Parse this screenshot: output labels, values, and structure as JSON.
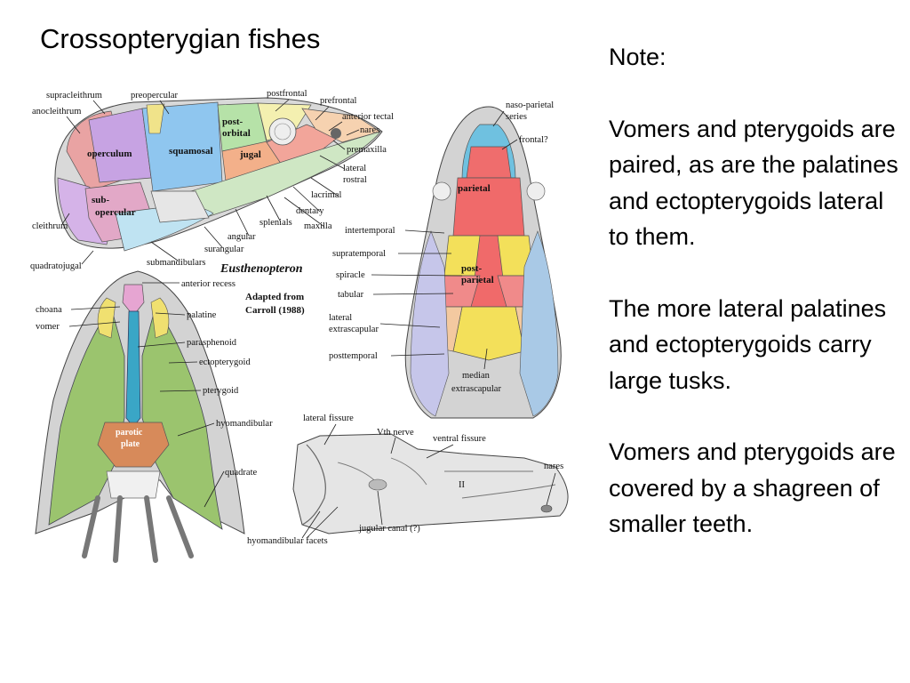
{
  "slide": {
    "title": "Crossopterygian fishes",
    "note_heading": "Note:",
    "paragraphs": [
      "Vomers and pterygoids are paired, as are the palatines and ectopterygoids lateral to them.",
      "The more lateral palatines and ectopterygoids carry large tusks.",
      "Vomers and pterygoids are covered by a shagreen of smaller teeth."
    ]
  },
  "figure": {
    "species": "Eusthenopteron",
    "credit_line1": "Adapted from",
    "credit_line2": "Carroll (1988)",
    "lateral": {
      "supracleithrum": "supracleithrum",
      "anocleithrum": "anocleithrum",
      "preopercular": "preopercular",
      "postfrontal": "postfrontal",
      "prefrontal": "prefrontal",
      "anterior_tectal": "anterior tectal",
      "nares": "nares",
      "premaxilla": "premaxilla",
      "lateral_rostral_1": "lateral",
      "lateral_rostral_2": "rostral",
      "lacrimal": "lacrimal",
      "dentary": "dentary",
      "maxilla": "maxilla",
      "splenials": "splenials",
      "angular": "angular",
      "surangular": "surangular",
      "submandibulars": "submandibulars",
      "quadratojugal": "quadratojugal",
      "cleithrum": "cleithrum",
      "operculum": "operculum",
      "squamosal": "squamosal",
      "postorbital_1": "post-",
      "postorbital_2": "orbital",
      "jugal": "jugal",
      "subopercular_1": "sub-",
      "subopercular_2": "opercular"
    },
    "dorsal": {
      "naso_parietal_1": "naso-parietal",
      "naso_parietal_2": "series",
      "frontal": "frontal?",
      "parietal": "parietal",
      "intertemporal": "intertemporal",
      "supratemporal": "supratemporal",
      "spiracle": "spiracle",
      "tabular": "tabular",
      "postparietal_1": "post-",
      "postparietal_2": "parietal",
      "lateral_extrascapular_1": "lateral",
      "lateral_extrascapular_2": "extrascapular",
      "posttemporal": "posttemporal",
      "median_extrascapular_1": "median",
      "median_extrascapular_2": "extrascapular"
    },
    "palatal": {
      "anterior_recess": "anterior recess",
      "choana": "choana",
      "vomer": "vomer",
      "palatine": "palatine",
      "parasphenoid": "parasphenoid",
      "ectopterygoid": "ectopterygoid",
      "pterygoid": "pterygoid",
      "hyomandibular": "hyomandibular",
      "quadrate": "quadrate",
      "parotic_1": "parotic",
      "parotic_2": "plate"
    },
    "braincase": {
      "lateral_fissure": "lateral fissure",
      "vth_nerve": "Vth nerve",
      "ventral_fissure": "ventral fissure",
      "nares": "nares",
      "roman_two": "II",
      "jugular_canal": "jugular canal (?)",
      "hyomandibular_facets": "hyomandibular facets"
    }
  }
}
